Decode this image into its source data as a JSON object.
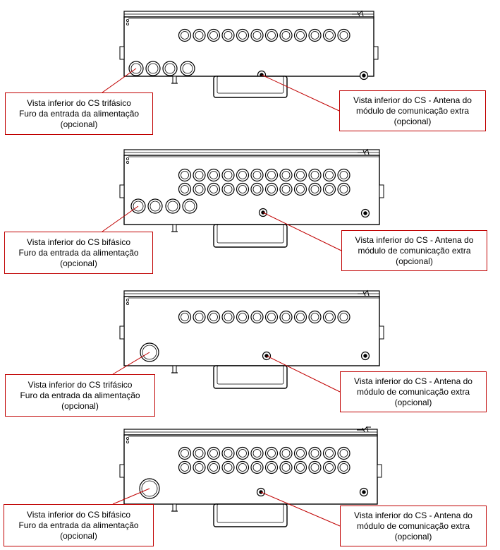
{
  "colors": {
    "line": "#000000",
    "callout_border": "#c00000",
    "background": "#ffffff"
  },
  "panels": [
    {
      "type": "trifasico-3ph-multi",
      "left_callout": [
        "Vista inferior do CS trifásico",
        "Furo da entrada da alimentação",
        "(opcional)"
      ],
      "right_callout": [
        "Vista inferior do CS - Antena do",
        "módulo de comunicação extra",
        "(opcional)"
      ]
    },
    {
      "type": "bifasico-multi",
      "left_callout": [
        "Vista inferior do CS bifásico",
        "Furo da entrada da alimentação",
        "(opcional)"
      ],
      "right_callout": [
        "Vista inferior do CS - Antena do",
        "módulo de comunicação extra",
        "(opcional)"
      ]
    },
    {
      "type": "trifasico-single",
      "left_callout": [
        "Vista inferior do CS trifásico",
        "Furo da entrada da alimentação",
        "(opcional)"
      ],
      "right_callout": [
        "Vista inferior do CS - Antena do",
        "módulo de comunicação extra",
        "(opcional)"
      ]
    },
    {
      "type": "bifasico-single",
      "left_callout": [
        "Vista inferior do CS bifásico",
        "Furo da entrada da alimentação",
        "(opcional)"
      ],
      "right_callout": [
        "Vista inferior do CS - Antena do",
        "módulo de comunicação extra",
        "(opcional)"
      ]
    }
  ]
}
